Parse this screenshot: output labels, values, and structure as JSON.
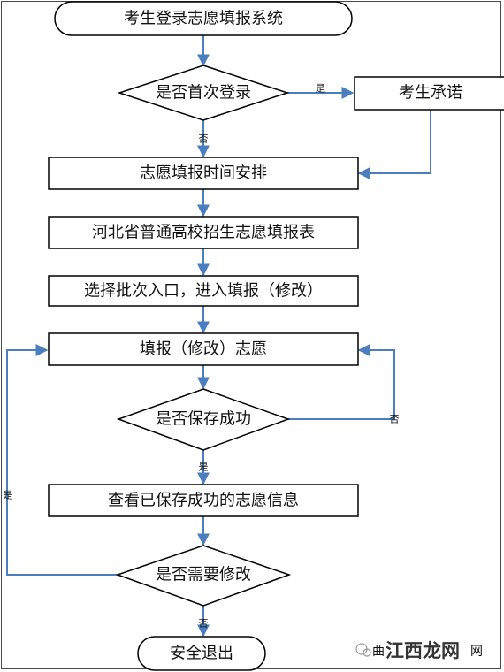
{
  "nodes": {
    "start": "考生登录志愿填报系统",
    "first_login": "是否首次登录",
    "promise": "考生承诺",
    "schedule": "志愿填报时间安排",
    "form_table": "河北省普通高校招生志愿填报表",
    "select_batch": "选择批次入口，进入填报（修改）",
    "fill": "填报（修改）志愿",
    "saved_ok": "是否保存成功",
    "view_saved": "查看已保存成功的志愿信息",
    "need_modify": "是否需要修改",
    "exit": "安全退出"
  },
  "edge_labels": {
    "first_yes": "是",
    "first_no": "否",
    "save_no": "否",
    "save_yes": "是",
    "modify_yes": "是",
    "modify_no": "否"
  },
  "watermark": {
    "prefix": "曲",
    "text": "江西龙网",
    "suffix": "网"
  },
  "colors": {
    "arrow": "#4a7ebf",
    "stroke": "#000000",
    "watermark": "#c0392b"
  }
}
